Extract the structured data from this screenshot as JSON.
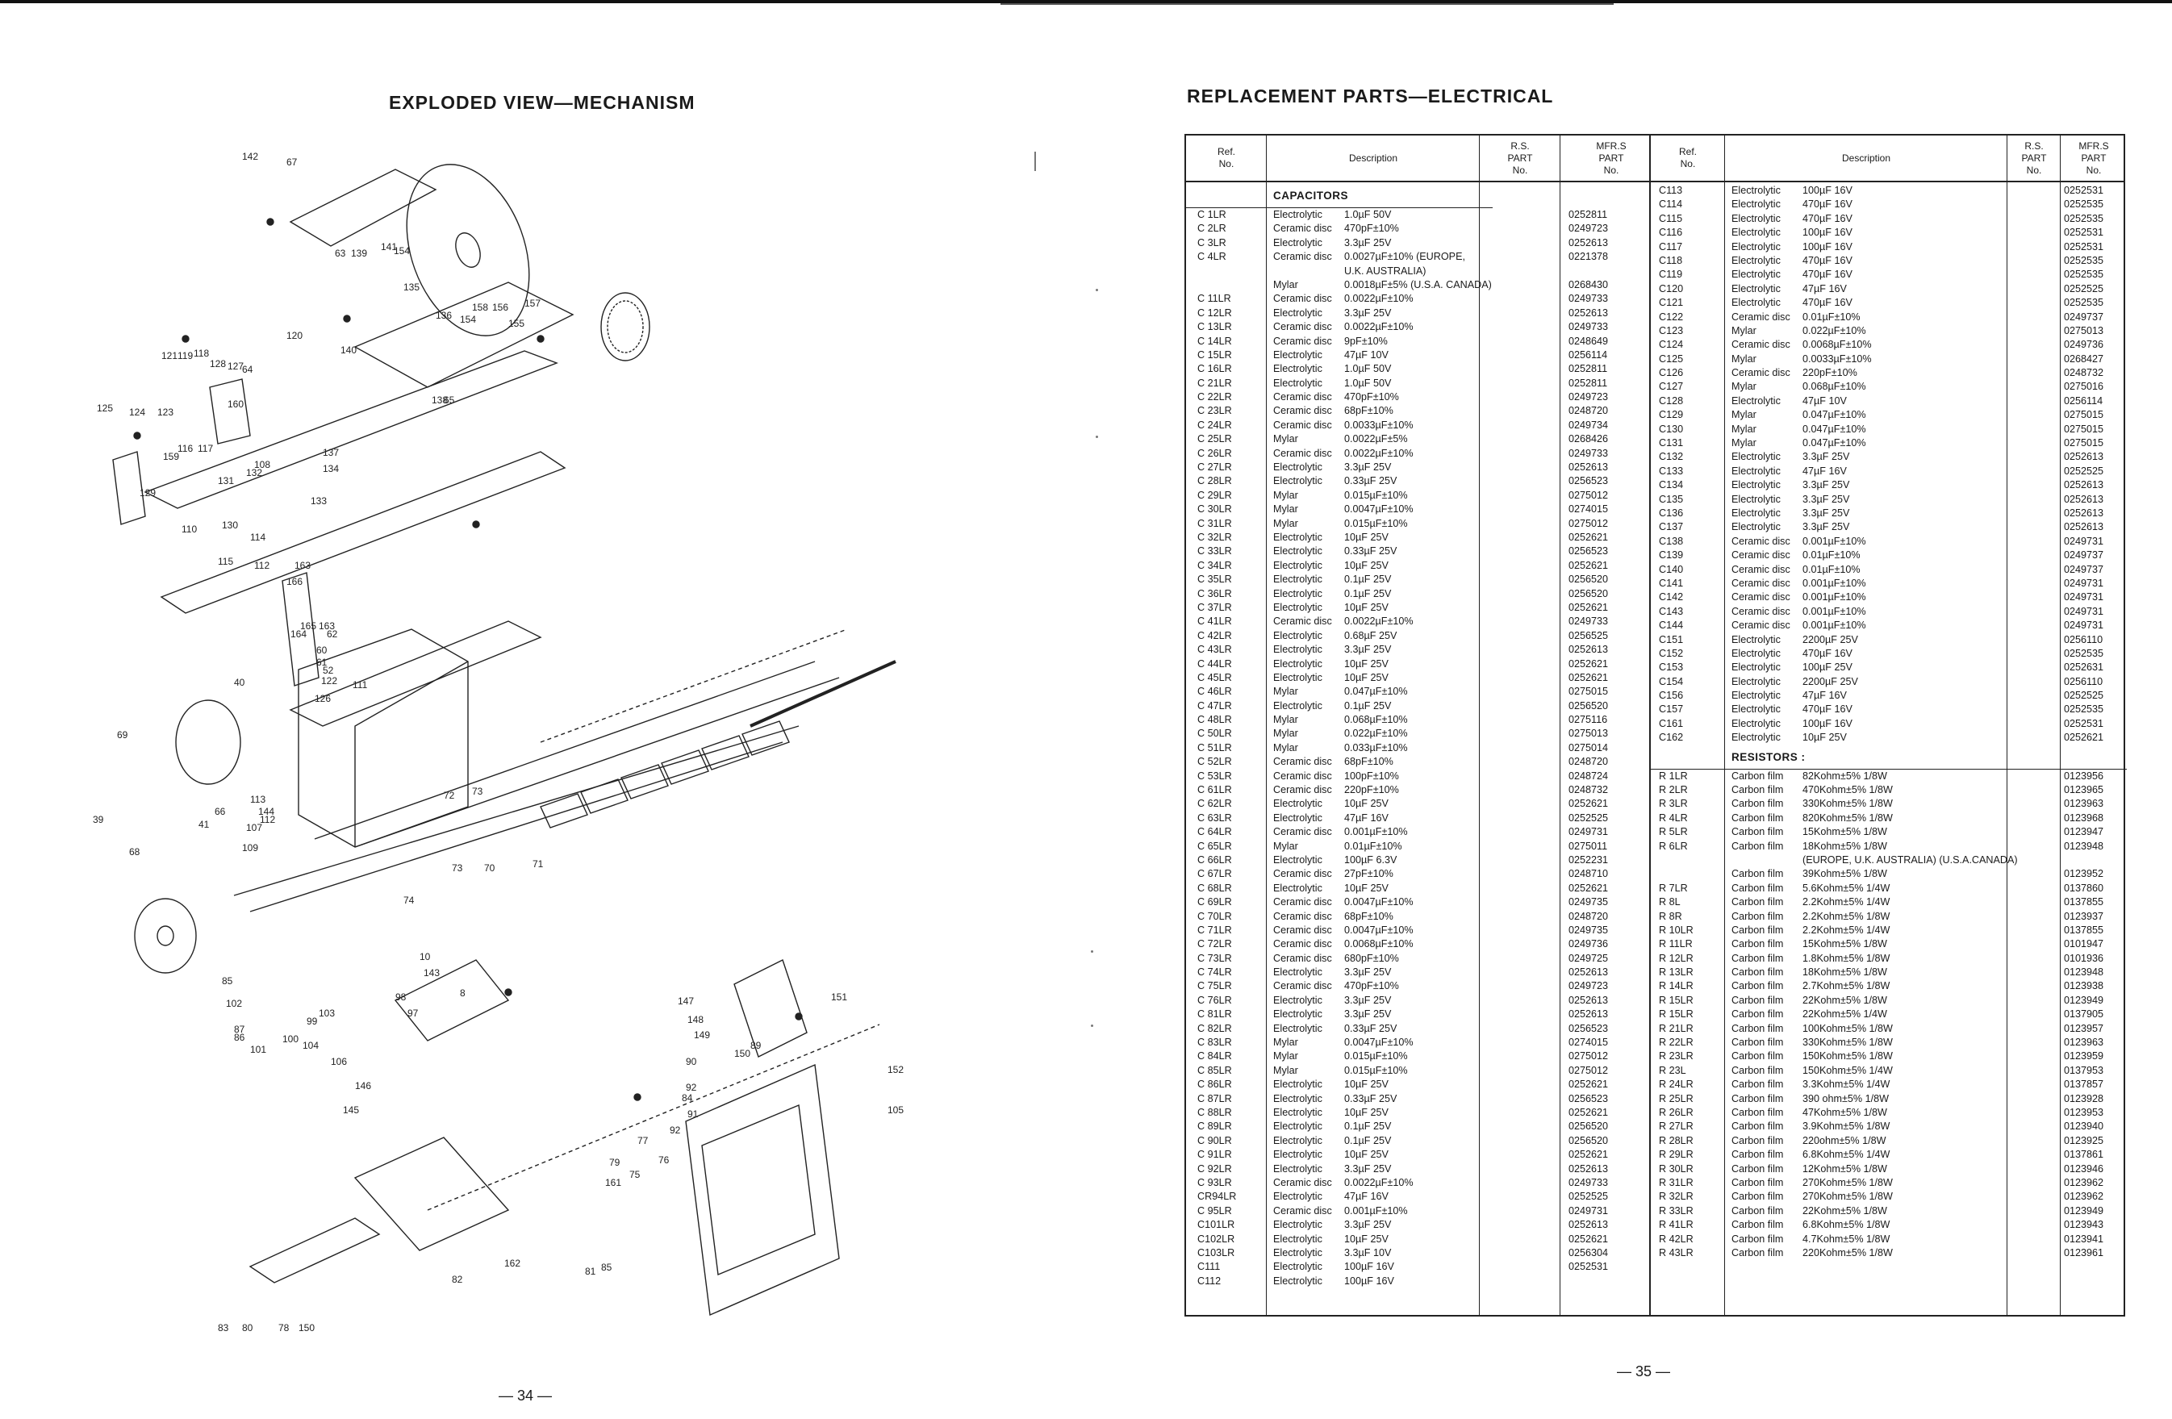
{
  "left_page": {
    "title": "EXPLODED VIEW—MECHANISM",
    "page_number": "— 34 —",
    "callouts": [
      "142",
      "67",
      "63",
      "139",
      "141",
      "154",
      "135",
      "136",
      "154",
      "158",
      "156",
      "157",
      "155",
      "121",
      "119",
      "118",
      "128",
      "127",
      "64",
      "120",
      "140",
      "138",
      "65",
      "125",
      "124",
      "123",
      "159",
      "116",
      "117",
      "160",
      "137",
      "134",
      "132",
      "131",
      "108",
      "133",
      "129",
      "130",
      "110",
      "114",
      "115",
      "112",
      "163",
      "166",
      "165",
      "164",
      "163",
      "62",
      "60",
      "61",
      "52",
      "122",
      "111",
      "126",
      "68",
      "113",
      "112",
      "107",
      "109",
      "66",
      "41",
      "39",
      "40",
      "144",
      "69",
      "73",
      "70",
      "71",
      "72",
      "73",
      "74",
      "10",
      "8",
      "143",
      "98",
      "97",
      "99",
      "100",
      "101",
      "86",
      "87",
      "102",
      "85",
      "103",
      "104",
      "106",
      "145",
      "146",
      "147",
      "148",
      "149",
      "150",
      "151",
      "152",
      "105",
      "89",
      "90",
      "92",
      "84",
      "91",
      "92",
      "77",
      "76",
      "79",
      "161",
      "75",
      "85",
      "81",
      "82",
      "162",
      "83",
      "80",
      "78",
      "150"
    ]
  },
  "right_page": {
    "title": "REPLACEMENT PARTS—ELECTRICAL",
    "page_number": "— 35 —",
    "headers": {
      "ref": "Ref.\nNo.",
      "description": "Description",
      "rs": "R.S.\nPART\nNo.",
      "mfr": "MFR.S\nPART\nNo."
    },
    "left_table": [
      {
        "s": "CAPACITORS"
      },
      {
        "r": "C  1LR",
        "t": "Electrolytic",
        "v": "1.0µF 50V",
        "m": "0252811"
      },
      {
        "r": "C  2LR",
        "t": "Ceramic disc",
        "v": "470pF±10%",
        "m": "0249723"
      },
      {
        "r": "C  3LR",
        "t": "Electrolytic",
        "v": "3.3µF 25V",
        "m": "0252613"
      },
      {
        "r": "C  4LR",
        "t": "Ceramic disc",
        "v": "0.0027µF±10% (EUROPE,",
        "m": "0221378"
      },
      {
        "r": "",
        "t": "",
        "v": "U.K. AUSTRALIA)",
        "m": ""
      },
      {
        "r": "",
        "t": "Mylar",
        "v": "0.0018µF±5% (U.S.A. CANADA)",
        "m": "0268430"
      },
      {
        "r": "C 11LR",
        "t": "Ceramic disc",
        "v": "0.0022µF±10%",
        "m": "0249733"
      },
      {
        "r": "C 12LR",
        "t": "Electrolytic",
        "v": "3.3µF 25V",
        "m": "0252613"
      },
      {
        "r": "C 13LR",
        "t": "Ceramic disc",
        "v": "0.0022µF±10%",
        "m": "0249733"
      },
      {
        "r": "C 14LR",
        "t": "Ceramic disc",
        "v": "9pF±10%",
        "m": "0248649"
      },
      {
        "r": "C 15LR",
        "t": "Electrolytic",
        "v": "47µF 10V",
        "m": "0256114"
      },
      {
        "r": "C 16LR",
        "t": "Electrolytic",
        "v": "1.0µF 50V",
        "m": "0252811"
      },
      {
        "r": "C 21LR",
        "t": "Electrolytic",
        "v": "1.0µF 50V",
        "m": "0252811"
      },
      {
        "r": "C 22LR",
        "t": "Ceramic disc",
        "v": "470pF±10%",
        "m": "0249723"
      },
      {
        "r": "C 23LR",
        "t": "Ceramic disc",
        "v": "68pF±10%",
        "m": "0248720"
      },
      {
        "r": "C 24LR",
        "t": "Ceramic disc",
        "v": "0.0033µF±10%",
        "m": "0249734"
      },
      {
        "r": "C 25LR",
        "t": "Mylar",
        "v": "0.0022µF±5%",
        "m": "0268426"
      },
      {
        "r": "C 26LR",
        "t": "Ceramic disc",
        "v": "0.0022µF±10%",
        "m": "0249733"
      },
      {
        "r": "C 27LR",
        "t": "Electrolytic",
        "v": "3.3µF 25V",
        "m": "0252613"
      },
      {
        "r": "C 28LR",
        "t": "Electrolytic",
        "v": "0.33µF 25V",
        "m": "0256523"
      },
      {
        "r": "C 29LR",
        "t": "Mylar",
        "v": "0.015µF±10%",
        "m": "0275012"
      },
      {
        "r": "C 30LR",
        "t": "Mylar",
        "v": "0.0047µF±10%",
        "m": "0274015"
      },
      {
        "r": "C 31LR",
        "t": "Mylar",
        "v": "0.015µF±10%",
        "m": "0275012"
      },
      {
        "r": "C 32LR",
        "t": "Electrolytic",
        "v": "10µF 25V",
        "m": "0252621"
      },
      {
        "r": "C 33LR",
        "t": "Electrolytic",
        "v": "0.33µF 25V",
        "m": "0256523"
      },
      {
        "r": "C 34LR",
        "t": "Electrolytic",
        "v": "10µF 25V",
        "m": "0252621"
      },
      {
        "r": "C 35LR",
        "t": "Electrolytic",
        "v": "0.1µF 25V",
        "m": "0256520"
      },
      {
        "r": "C 36LR",
        "t": "Electrolytic",
        "v": "0.1µF 25V",
        "m": "0256520"
      },
      {
        "r": "C 37LR",
        "t": "Electrolytic",
        "v": "10µF 25V",
        "m": "0252621"
      },
      {
        "r": "C 41LR",
        "t": "Ceramic disc",
        "v": "0.0022µF±10%",
        "m": "0249733"
      },
      {
        "r": "C 42LR",
        "t": "Electrolytic",
        "v": "0.68µF 25V",
        "m": "0256525"
      },
      {
        "r": "C 43LR",
        "t": "Electrolytic",
        "v": "3.3µF 25V",
        "m": "0252613"
      },
      {
        "r": "C 44LR",
        "t": "Electrolytic",
        "v": "10µF 25V",
        "m": "0252621"
      },
      {
        "r": "C 45LR",
        "t": "Electrolytic",
        "v": "10µF 25V",
        "m": "0252621"
      },
      {
        "r": "C 46LR",
        "t": "Mylar",
        "v": "0.047µF±10%",
        "m": "0275015"
      },
      {
        "r": "C 47LR",
        "t": "Electrolytic",
        "v": "0.1µF 25V",
        "m": "0256520"
      },
      {
        "r": "C 48LR",
        "t": "Mylar",
        "v": "0.068µF±10%",
        "m": "0275116"
      },
      {
        "r": "C 50LR",
        "t": "Mylar",
        "v": "0.022µF±10%",
        "m": "0275013"
      },
      {
        "r": "C 51LR",
        "t": "Mylar",
        "v": "0.033µF±10%",
        "m": "0275014"
      },
      {
        "r": "C 52LR",
        "t": "Ceramic disc",
        "v": "68pF±10%",
        "m": "0248720"
      },
      {
        "r": "C 53LR",
        "t": "Ceramic disc",
        "v": "100pF±10%",
        "m": "0248724"
      },
      {
        "r": "C 61LR",
        "t": "Ceramic disc",
        "v": "220pF±10%",
        "m": "0248732"
      },
      {
        "r": "C 62LR",
        "t": "Electrolytic",
        "v": "10µF 25V",
        "m": "0252621"
      },
      {
        "r": "C 63LR",
        "t": "Electrolytic",
        "v": "47µF 16V",
        "m": "0252525"
      },
      {
        "r": "C 64LR",
        "t": "Ceramic disc",
        "v": "0.001µF±10%",
        "m": "0249731"
      },
      {
        "r": "C 65LR",
        "t": "Mylar",
        "v": "0.01µF±10%",
        "m": "0275011"
      },
      {
        "r": "C 66LR",
        "t": "Electrolytic",
        "v": "100µF 6.3V",
        "m": "0252231"
      },
      {
        "r": "C 67LR",
        "t": "Ceramic disc",
        "v": "27pF±10%",
        "m": "0248710"
      },
      {
        "r": "C 68LR",
        "t": "Electrolytic",
        "v": "10µF 25V",
        "m": "0252621"
      },
      {
        "r": "C 69LR",
        "t": "Ceramic disc",
        "v": "0.0047µF±10%",
        "m": "0249735"
      },
      {
        "r": "C 70LR",
        "t": "Ceramic disc",
        "v": "68pF±10%",
        "m": "0248720"
      },
      {
        "r": "C 71LR",
        "t": "Ceramic disc",
        "v": "0.0047µF±10%",
        "m": "0249735"
      },
      {
        "r": "C 72LR",
        "t": "Ceramic disc",
        "v": "0.0068µF±10%",
        "m": "0249736"
      },
      {
        "r": "C 73LR",
        "t": "Ceramic disc",
        "v": "680pF±10%",
        "m": "0249725"
      },
      {
        "r": "C 74LR",
        "t": "Electrolytic",
        "v": "3.3µF 25V",
        "m": "0252613"
      },
      {
        "r": "C 75LR",
        "t": "Ceramic disc",
        "v": "470pF±10%",
        "m": "0249723"
      },
      {
        "r": "C 76LR",
        "t": "Electrolytic",
        "v": "3.3µF 25V",
        "m": "0252613"
      },
      {
        "r": "C 81LR",
        "t": "Electrolytic",
        "v": "3.3µF 25V",
        "m": "0252613"
      },
      {
        "r": "C 82LR",
        "t": "Electrolytic",
        "v": "0.33µF 25V",
        "m": "0256523"
      },
      {
        "r": "C 83LR",
        "t": "Mylar",
        "v": "0.0047µF±10%",
        "m": "0274015"
      },
      {
        "r": "C 84LR",
        "t": "Mylar",
        "v": "0.015µF±10%",
        "m": "0275012"
      },
      {
        "r": "C 85LR",
        "t": "Mylar",
        "v": "0.015µF±10%",
        "m": "0275012"
      },
      {
        "r": "C 86LR",
        "t": "Electrolytic",
        "v": "10µF 25V",
        "m": "0252621"
      },
      {
        "r": "C 87LR",
        "t": "Electrolytic",
        "v": "0.33µF 25V",
        "m": "0256523"
      },
      {
        "r": "C 88LR",
        "t": "Electrolytic",
        "v": "10µF 25V",
        "m": "0252621"
      },
      {
        "r": "C 89LR",
        "t": "Electrolytic",
        "v": "0.1µF 25V",
        "m": "0256520"
      },
      {
        "r": "C 90LR",
        "t": "Electrolytic",
        "v": "0.1µF 25V",
        "m": "0256520"
      },
      {
        "r": "C 91LR",
        "t": "Electrolytic",
        "v": "10µF 25V",
        "m": "0252621"
      },
      {
        "r": "C 92LR",
        "t": "Electrolytic",
        "v": "3.3µF 25V",
        "m": "0252613"
      },
      {
        "r": "C 93LR",
        "t": "Ceramic disc",
        "v": "0.0022µF±10%",
        "m": "0249733"
      },
      {
        "r": "CR94LR",
        "t": "Electrolytic",
        "v": "47µF 16V",
        "m": "0252525"
      },
      {
        "r": "C 95LR",
        "t": "Ceramic disc",
        "v": "0.001µF±10%",
        "m": "0249731"
      },
      {
        "r": "C101LR",
        "t": "Electrolytic",
        "v": "3.3µF 25V",
        "m": "0252613"
      },
      {
        "r": "C102LR",
        "t": "Electrolytic",
        "v": "10µF 25V",
        "m": "0252621"
      },
      {
        "r": "C103LR",
        "t": "Electrolytic",
        "v": "3.3µF 10V",
        "m": "0256304"
      },
      {
        "r": "C111",
        "t": "Electrolytic",
        "v": "100µF 16V",
        "m": "0252531"
      },
      {
        "r": "C112",
        "t": "Electrolytic",
        "v": "100µF 16V",
        "m": ""
      }
    ],
    "right_table": [
      {
        "r": "C113",
        "t": "Electrolytic",
        "v": "100µF 16V",
        "m": "0252531"
      },
      {
        "r": "C114",
        "t": "Electrolytic",
        "v": "470µF 16V",
        "m": "0252535"
      },
      {
        "r": "C115",
        "t": "Electrolytic",
        "v": "470µF 16V",
        "m": "0252535"
      },
      {
        "r": "C116",
        "t": "Electrolytic",
        "v": "100µF 16V",
        "m": "0252531"
      },
      {
        "r": "C117",
        "t": "Electrolytic",
        "v": "100µF 16V",
        "m": "0252531"
      },
      {
        "r": "C118",
        "t": "Electrolytic",
        "v": "470µF 16V",
        "m": "0252535"
      },
      {
        "r": "C119",
        "t": "Electrolytic",
        "v": "470µF 16V",
        "m": "0252535"
      },
      {
        "r": "C120",
        "t": "Electrolytic",
        "v": "47µF 16V",
        "m": "0252525"
      },
      {
        "r": "C121",
        "t": "Electrolytic",
        "v": "470µF 16V",
        "m": "0252535"
      },
      {
        "r": "C122",
        "t": "Ceramic disc",
        "v": "0.01µF±10%",
        "m": "0249737"
      },
      {
        "r": "C123",
        "t": "Mylar",
        "v": "0.022µF±10%",
        "m": "0275013"
      },
      {
        "r": "C124",
        "t": "Ceramic disc",
        "v": "0.0068µF±10%",
        "m": "0249736"
      },
      {
        "r": "C125",
        "t": "Mylar",
        "v": "0.0033µF±10%",
        "m": "0268427"
      },
      {
        "r": "C126",
        "t": "Ceramic disc",
        "v": "220pF±10%",
        "m": "0248732"
      },
      {
        "r": "C127",
        "t": "Mylar",
        "v": "0.068µF±10%",
        "m": "0275016"
      },
      {
        "r": "C128",
        "t": "Electrolytic",
        "v": "47µF 10V",
        "m": "0256114"
      },
      {
        "r": "C129",
        "t": "Mylar",
        "v": "0.047µF±10%",
        "m": "0275015"
      },
      {
        "r": "C130",
        "t": "Mylar",
        "v": "0.047µF±10%",
        "m": "0275015"
      },
      {
        "r": "C131",
        "t": "Mylar",
        "v": "0.047µF±10%",
        "m": "0275015"
      },
      {
        "r": "C132",
        "t": "Electrolytic",
        "v": "3.3µF 25V",
        "m": "0252613"
      },
      {
        "r": "C133",
        "t": "Electrolytic",
        "v": "47µF 16V",
        "m": "0252525"
      },
      {
        "r": "C134",
        "t": "Electrolytic",
        "v": "3.3µF 25V",
        "m": "0252613"
      },
      {
        "r": "C135",
        "t": "Electrolytic",
        "v": "3.3µF 25V",
        "m": "0252613"
      },
      {
        "r": "C136",
        "t": "Electrolytic",
        "v": "3.3µF 25V",
        "m": "0252613"
      },
      {
        "r": "C137",
        "t": "Electrolytic",
        "v": "3.3µF 25V",
        "m": "0252613"
      },
      {
        "r": "C138",
        "t": "Ceramic disc",
        "v": "0.001µF±10%",
        "m": "0249731"
      },
      {
        "r": "C139",
        "t": "Ceramic disc",
        "v": "0.01µF±10%",
        "m": "0249737"
      },
      {
        "r": "C140",
        "t": "Ceramic disc",
        "v": "0.01µF±10%",
        "m": "0249737"
      },
      {
        "r": "C141",
        "t": "Ceramic disc",
        "v": "0.001µF±10%",
        "m": "0249731"
      },
      {
        "r": "C142",
        "t": "Ceramic disc",
        "v": "0.001µF±10%",
        "m": "0249731"
      },
      {
        "r": "C143",
        "t": "Ceramic disc",
        "v": "0.001µF±10%",
        "m": "0249731"
      },
      {
        "r": "C144",
        "t": "Ceramic disc",
        "v": "0.001µF±10%",
        "m": "0249731"
      },
      {
        "r": "C151",
        "t": "Electrolytic",
        "v": "2200µF 25V",
        "m": "0256110"
      },
      {
        "r": "C152",
        "t": "Electrolytic",
        "v": "470µF 16V",
        "m": "0252535"
      },
      {
        "r": "C153",
        "t": "Electrolytic",
        "v": "100µF 25V",
        "m": "0252631"
      },
      {
        "r": "C154",
        "t": "Electrolytic",
        "v": "2200µF 25V",
        "m": "0256110"
      },
      {
        "r": "C156",
        "t": "Electrolytic",
        "v": "47µF 16V",
        "m": "0252525"
      },
      {
        "r": "C157",
        "t": "Electrolytic",
        "v": "470µF 16V",
        "m": "0252535"
      },
      {
        "r": "C161",
        "t": "Electrolytic",
        "v": "100µF 16V",
        "m": "0252531"
      },
      {
        "r": "C162",
        "t": "Electrolytic",
        "v": "10µF 25V",
        "m": "0252621"
      },
      {
        "s": "RESISTORS :"
      },
      {
        "r": "R  1LR",
        "t": "Carbon film",
        "v": "82Kohm±5%  1/8W",
        "m": "0123956"
      },
      {
        "r": "R  2LR",
        "t": "Carbon film",
        "v": "470Kohm±5% 1/8W",
        "m": "0123965"
      },
      {
        "r": "R  3LR",
        "t": "Carbon film",
        "v": "330Kohm±5% 1/8W",
        "m": "0123963"
      },
      {
        "r": "R  4LR",
        "t": "Carbon film",
        "v": "820Kohm±5% 1/8W",
        "m": "0123968"
      },
      {
        "r": "R  5LR",
        "t": "Carbon film",
        "v": "15Kohm±5%  1/8W",
        "m": "0123947"
      },
      {
        "r": "R  6LR",
        "t": "Carbon film",
        "v": "18Kohm±5%  1/8W",
        "m": "0123948"
      },
      {
        "r": "",
        "t": "",
        "v": "(EUROPE, U.K. AUSTRALIA) (U.S.A.CANADA)",
        "m": ""
      },
      {
        "r": "",
        "t": "Carbon film",
        "v": "39Kohm±5%  1/8W",
        "m": "0123952"
      },
      {
        "r": "R  7LR",
        "t": "Carbon film",
        "v": "5.6Kohm±5% 1/4W",
        "m": "0137860"
      },
      {
        "r": "R  8L",
        "t": "Carbon film",
        "v": "2.2Kohm±5% 1/4W",
        "m": "0137855"
      },
      {
        "r": "R  8R",
        "t": "Carbon film",
        "v": "2.2Kohm±5% 1/8W",
        "m": "0123937"
      },
      {
        "r": "R 10LR",
        "t": "Carbon film",
        "v": "2.2Kohm±5% 1/4W",
        "m": "0137855"
      },
      {
        "r": "R 11LR",
        "t": "Carbon film",
        "v": "15Kohm±5%  1/8W",
        "m": "0101947"
      },
      {
        "r": "R 12LR",
        "t": "Carbon film",
        "v": "1.8Kohm±5% 1/8W",
        "m": "0101936"
      },
      {
        "r": "R 13LR",
        "t": "Carbon film",
        "v": "18Kohm±5%  1/8W",
        "m": "0123948"
      },
      {
        "r": "R 14LR",
        "t": "Carbon film",
        "v": "2.7Kohm±5% 1/8W",
        "m": "0123938"
      },
      {
        "r": "R 15LR",
        "t": "Carbon film",
        "v": "22Kohm±5%  1/8W",
        "m": "0123949"
      },
      {
        "r": "R 15LR",
        "t": "Carbon film",
        "v": "22Kohm±5%  1/4W",
        "m": "0137905"
      },
      {
        "r": "R 21LR",
        "t": "Carbon film",
        "v": "100Kohm±5% 1/8W",
        "m": "0123957"
      },
      {
        "r": "R 22LR",
        "t": "Carbon film",
        "v": "330Kohm±5% 1/8W",
        "m": "0123963"
      },
      {
        "r": "R 23LR",
        "t": "Carbon film",
        "v": "150Kohm±5% 1/8W",
        "m": "0123959"
      },
      {
        "r": "R 23L",
        "t": "Carbon film",
        "v": "150Kohm±5% 1/4W",
        "m": "0137953"
      },
      {
        "r": "R 24LR",
        "t": "Carbon film",
        "v": "3.3Kohm±5% 1/4W",
        "m": "0137857"
      },
      {
        "r": "R 25LR",
        "t": "Carbon film",
        "v": "390 ohm±5% 1/8W",
        "m": "0123928"
      },
      {
        "r": "R 26LR",
        "t": "Carbon film",
        "v": "47Kohm±5%  1/8W",
        "m": "0123953"
      },
      {
        "r": "R 27LR",
        "t": "Carbon film",
        "v": "3.9Kohm±5% 1/8W",
        "m": "0123940"
      },
      {
        "r": "R 28LR",
        "t": "Carbon film",
        "v": "220ohm±5%  1/8W",
        "m": "0123925"
      },
      {
        "r": "R 29LR",
        "t": "Carbon film",
        "v": "6.8Kohm±5% 1/4W",
        "m": "0137861"
      },
      {
        "r": "R 30LR",
        "t": "Carbon film",
        "v": "12Kohm±5%  1/8W",
        "m": "0123946"
      },
      {
        "r": "R 31LR",
        "t": "Carbon film",
        "v": "270Kohm±5% 1/8W",
        "m": "0123962"
      },
      {
        "r": "R 32LR",
        "t": "Carbon film",
        "v": "270Kohm±5% 1/8W",
        "m": "0123962"
      },
      {
        "r": "R 33LR",
        "t": "Carbon film",
        "v": "22Kohm±5%  1/8W",
        "m": "0123949"
      },
      {
        "r": "R 41LR",
        "t": "Carbon film",
        "v": "6.8Kohm±5% 1/8W",
        "m": "0123943"
      },
      {
        "r": "R 42LR",
        "t": "Carbon film",
        "v": "4.7Kohm±5% 1/8W",
        "m": "0123941"
      },
      {
        "r": "R 43LR",
        "t": "Carbon film",
        "v": "220Kohm±5% 1/8W",
        "m": "0123961"
      }
    ]
  }
}
